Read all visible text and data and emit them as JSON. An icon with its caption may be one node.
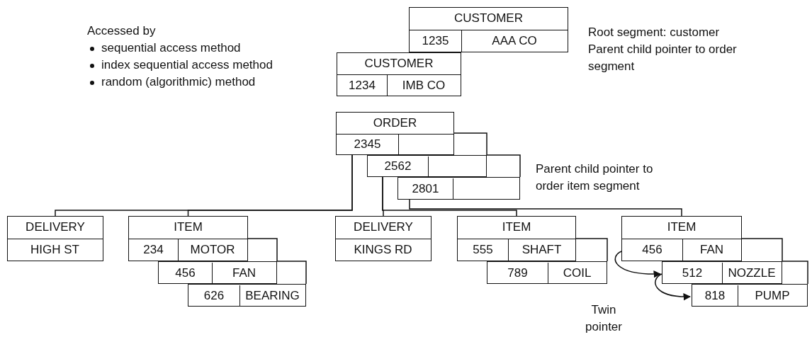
{
  "diagram": {
    "nodes": [
      {
        "text": [
          "CUSTOMER",
          "1235",
          "AAA CO"
        ]
      },
      {
        "text": [
          "CUSTOMER",
          "1234",
          "IMB CO"
        ]
      },
      {
        "text": [
          "ORDER",
          "2345"
        ]
      },
      {
        "text": [
          "2562"
        ]
      },
      {
        "text": [
          "2801"
        ]
      },
      {
        "text": [
          "DELIVERY",
          "HIGH ST"
        ]
      },
      {
        "text": [
          "ITEM",
          "234",
          "MOTOR"
        ]
      },
      {
        "text": [
          "456",
          "FAN"
        ]
      },
      {
        "text": [
          "626",
          "BEARING"
        ]
      },
      {
        "text": [
          "DELIVERY",
          "KINGS RD"
        ]
      },
      {
        "text": [
          "ITEM",
          "555",
          "SHAFT"
        ]
      },
      {
        "text": [
          "789",
          "COIL"
        ]
      },
      {
        "text": [
          "ITEM",
          "456",
          "FAN"
        ]
      },
      {
        "text": [
          "512",
          "NOZZLE"
        ]
      },
      {
        "text": [
          "818",
          "PUMP"
        ]
      }
    ],
    "edges": [
      {
        "from": 2,
        "to": 5,
        "arrow": "none"
      },
      {
        "from": 2,
        "to": 6,
        "arrow": "none"
      },
      {
        "from": 3,
        "to": 9,
        "arrow": "none"
      },
      {
        "from": 3,
        "to": 10,
        "arrow": "none"
      },
      {
        "from": 4,
        "to": 12,
        "arrow": "none"
      },
      {
        "from": 12,
        "to": 13,
        "arrow": "to"
      },
      {
        "from": 13,
        "to": 14,
        "arrow": "to"
      }
    ],
    "labels": [
      "Accessed by",
      "sequential access method",
      "index sequential access method",
      "random (algorithmic) method",
      "Root segment: customer",
      "Parent child pointer to order segment",
      "Parent child pointer to order item segment",
      "Twin pointer"
    ]
  }
}
